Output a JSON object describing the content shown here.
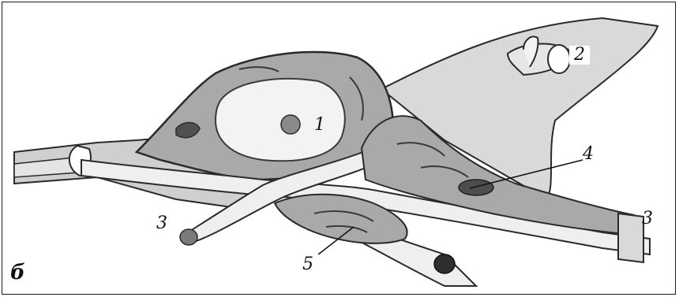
{
  "panel_letter": "б",
  "labels": {
    "l1": "1",
    "l2": "2",
    "l3a": "3",
    "l3b": "3",
    "l4": "4",
    "l5": "5"
  },
  "colors": {
    "background": "#ffffff",
    "sheath": "#cfcfcf",
    "cytoplasm": "#a9a9a9",
    "dark_tissue": "#6f6f6f",
    "axon": "#efefef",
    "outline": "#2a2a2a"
  }
}
